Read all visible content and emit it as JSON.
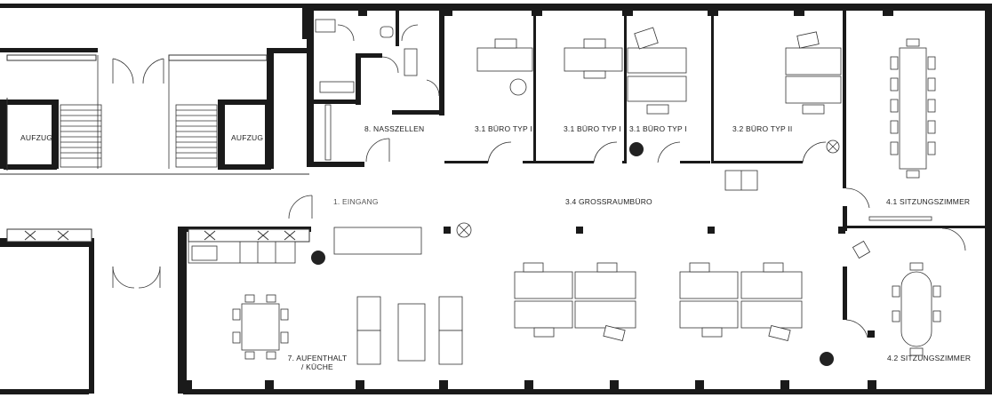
{
  "rooms": {
    "lift_left": "AUFZUG",
    "lift_right": "AUFZUG",
    "nasszellen": "8. NASSZELLEN",
    "office_1": "3.1 BÜRO TYP I",
    "office_2": "3.1 BÜRO TYP I",
    "office_3": "3.1 BÜRO TYP I",
    "office_4": "3.2 BÜRO TYP II",
    "entrance": "1. EINGANG",
    "open_office": "3.4 GROSSRAUMBÜRO",
    "meeting_1": "4.1 SITZUNGSZIMMER",
    "meeting_2": "4.2 SITZUNGSZIMMER",
    "kitchen_line1": "7. AUFENTHALT",
    "kitchen_line2": "/ KÜCHE"
  },
  "colors": {
    "wall": "#1a1a1a",
    "line": "#333333",
    "furniture": "#ffffff",
    "window": "#ffffff"
  }
}
